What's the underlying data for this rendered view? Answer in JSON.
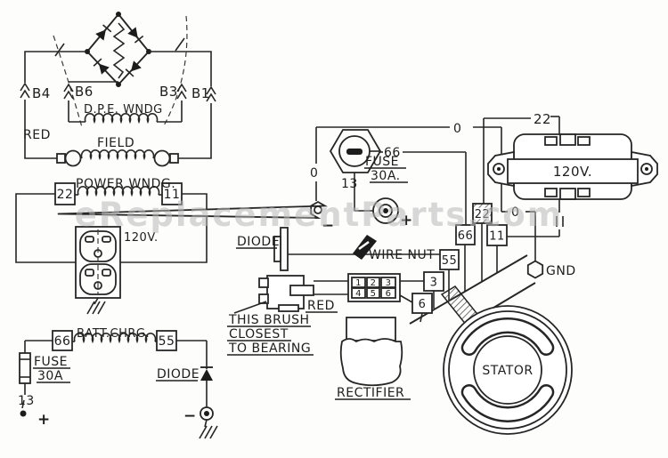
{
  "watermark": "eReplacementParts.com",
  "left": {
    "b4": "B4",
    "b6": "B6",
    "b3": "B3",
    "b1": "B1",
    "dpe_winding": "D.P.E. WNDG",
    "field": "FIELD",
    "red": "RED",
    "power_winding": "POWER WNDG.",
    "tag_22": "22",
    "tag_11": "11",
    "outlet_voltage": "120V.",
    "batt_charge": "BATT.CHRG.",
    "tag_66": "66",
    "tag_55": "55",
    "fuse": "FUSE",
    "fuse_rating": "30A",
    "tag_13": "13",
    "plus": "+",
    "minus": "−",
    "diode": "DIODE"
  },
  "center": {
    "fuse": "FUSE",
    "fuse_rating": "30A.",
    "tag_66": "66",
    "tag_13": "13",
    "tag_0_terminal": "0",
    "tag_0_rail": "0",
    "minus": "−",
    "plus": "+",
    "diode": "DIODE",
    "wire_nut": "WIRE NUT",
    "red": "RED",
    "brush_note_line1": "THIS BRUSH",
    "brush_note_line2": "CLOSEST",
    "brush_note_line3": "TO BEARING",
    "rectifier": "RECTIFIER"
  },
  "right": {
    "tag_22": "22",
    "tag_0": "0",
    "breaker_voltage": "120V.",
    "gnd": "GND",
    "box_22": "22",
    "box_66": "66",
    "box_55": "55",
    "box_11": "11",
    "box_3": "3",
    "box_6": "6",
    "connector_cells": [
      "1",
      "2",
      "3",
      "4",
      "5",
      "6"
    ],
    "stator": "STATOR"
  }
}
